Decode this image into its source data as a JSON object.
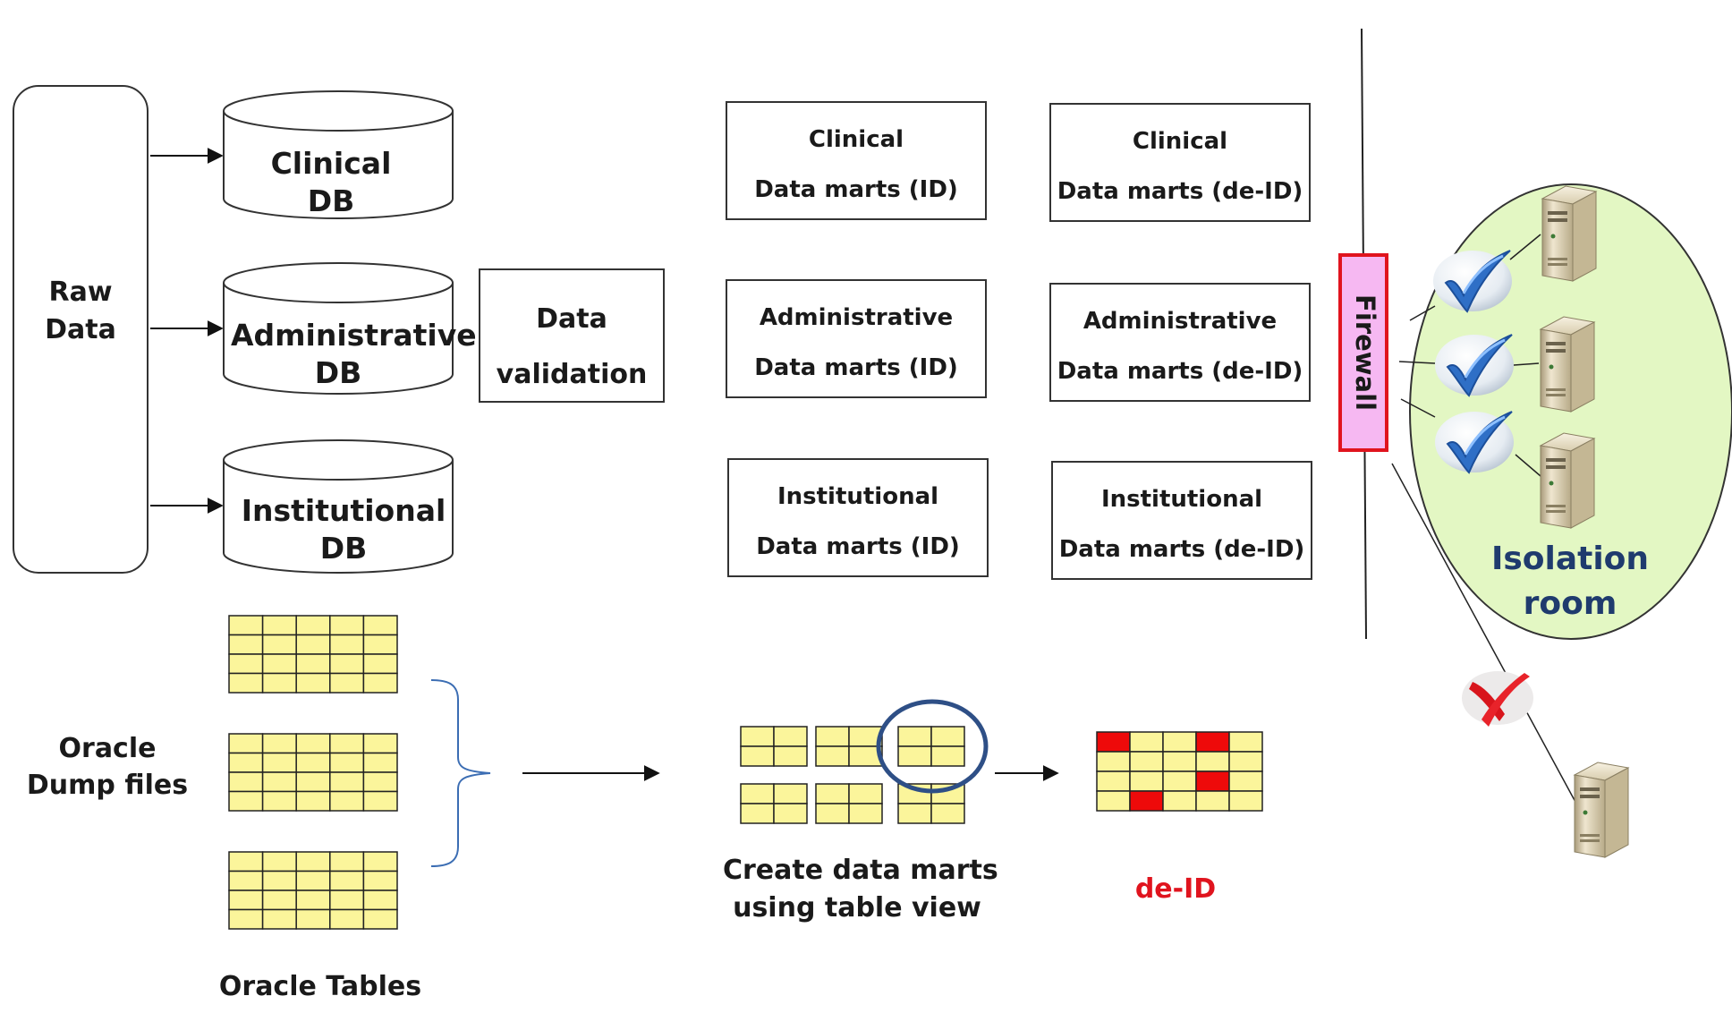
{
  "raw_data": [
    "Raw",
    "Data"
  ],
  "databases": [
    {
      "name": "Clinical",
      "suffix": "DB"
    },
    {
      "name": "Administrative",
      "suffix": "DB"
    },
    {
      "name": "Institutional",
      "suffix": "DB"
    }
  ],
  "validation": [
    "Data",
    "validation"
  ],
  "marts_id": [
    {
      "name": "Clinical",
      "sub": "Data marts (ID)"
    },
    {
      "name": "Administrative",
      "sub": "Data marts (ID)"
    },
    {
      "name": "Institutional",
      "sub": "Data marts (ID)"
    }
  ],
  "marts_deid": [
    {
      "name": "Clinical",
      "sub": "Data marts (de-ID)"
    },
    {
      "name": "Administrative",
      "sub": "Data marts (de-ID)"
    },
    {
      "name": "Institutional",
      "sub": "Data marts (de-ID)"
    }
  ],
  "firewall": "Firewall",
  "isolation": [
    "Isolation",
    "room"
  ],
  "oracle_dump": [
    "Oracle",
    "Dump files"
  ],
  "oracle_tables": "Oracle Tables",
  "create_marts": [
    "Create data marts",
    "using table view"
  ],
  "deid": "de-ID",
  "colors": {
    "table_fill": "#fbf59b",
    "deid_cell": "#ee0a0a",
    "firewall_fill": "#f6b8f2",
    "firewall_border": "#e0141e",
    "isolation_fill": "#e3f7c3",
    "label_blue": "#1f3b6e",
    "bracket_blue": "#3b6db3",
    "circle_blue": "#2e4f86"
  },
  "icons": [
    "server-icon",
    "checkmark-icon",
    "red-cross-icon"
  ]
}
